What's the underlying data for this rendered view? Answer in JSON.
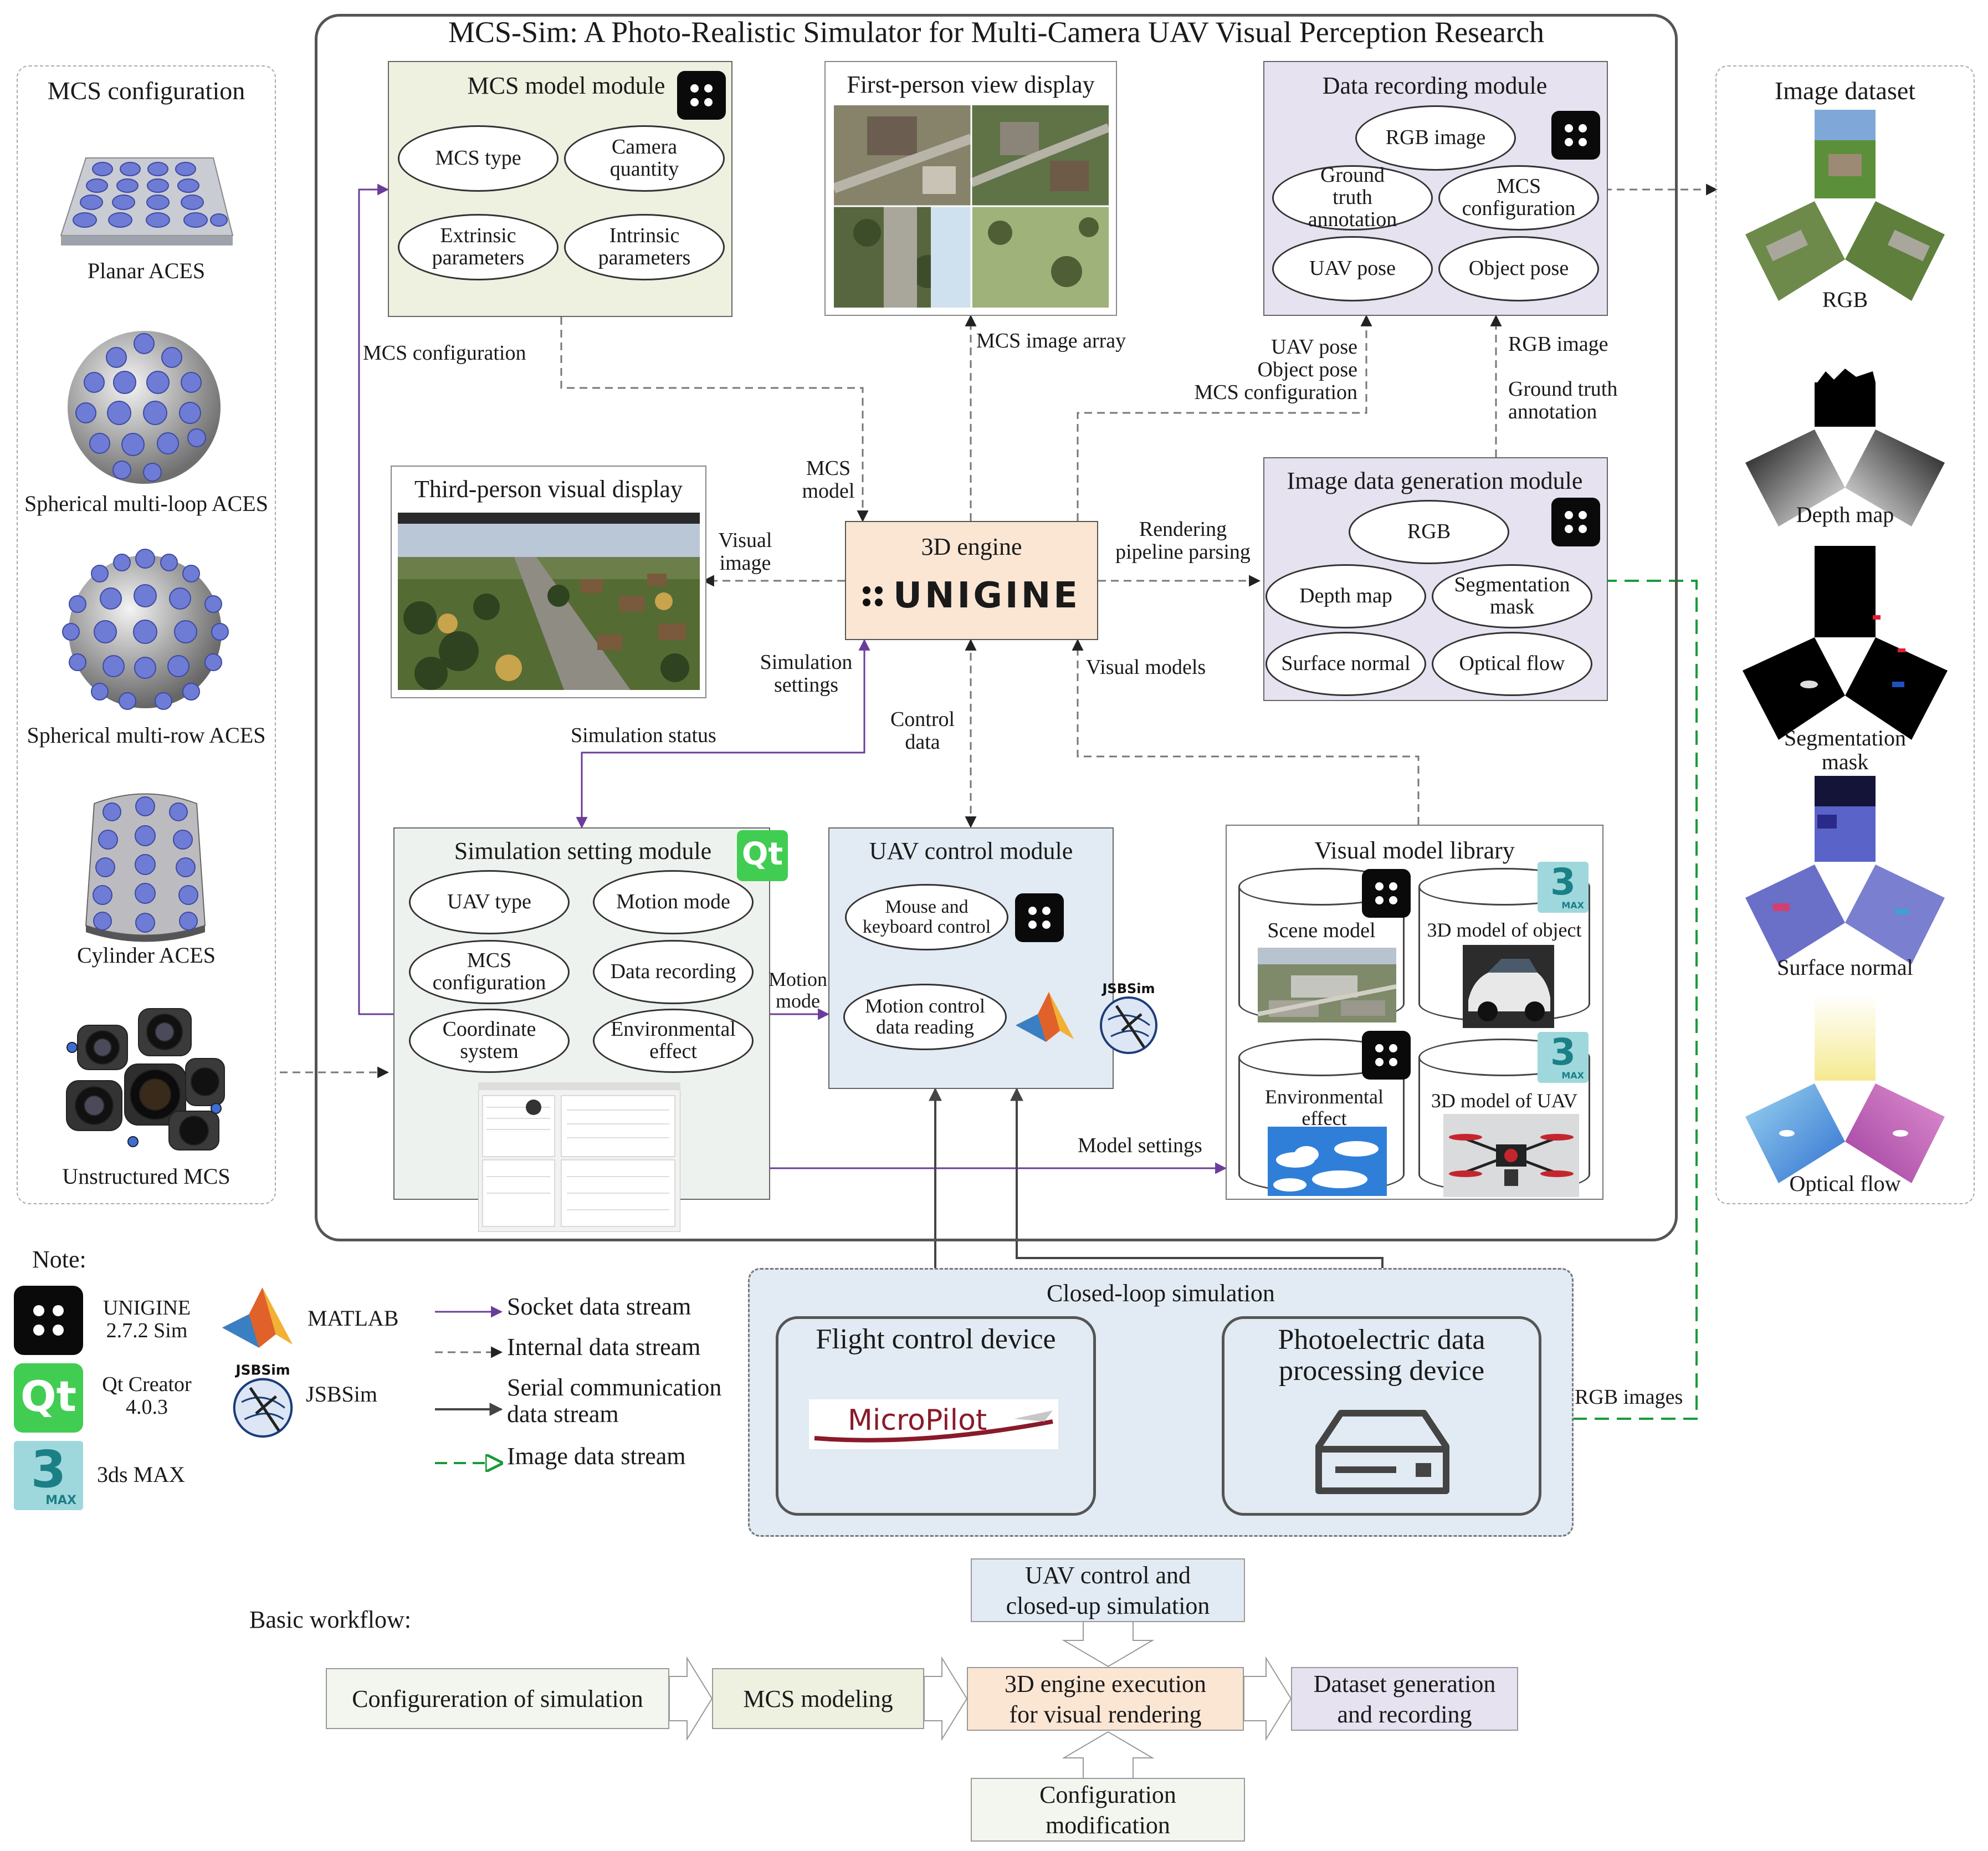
{
  "title": "MCS-Sim: A Photo-Realistic Simulator for Multi-Camera UAV Visual Perception Research",
  "mcs_panel": {
    "title": "MCS configuration",
    "items": [
      "Planar ACES",
      "Spherical multi-loop ACES",
      "Spherical multi-row ACES",
      "Cylinder ACES",
      "Unstructured MCS"
    ]
  },
  "dataset_panel": {
    "title": "Image dataset",
    "items": [
      "RGB",
      "Depth map",
      "Segmentation mask",
      "Surface normal",
      "Optical flow"
    ]
  },
  "mcs_model": {
    "title": "MCS model module",
    "items": [
      "MCS type",
      "Camera quantity",
      "Extrinsic parameters",
      "Intrinsic parameters"
    ]
  },
  "fpv": {
    "title": "First-person view display"
  },
  "data_rec": {
    "title": "Data recording module",
    "items": [
      "RGB image",
      "Ground truth annotation",
      "MCS configuration",
      "UAV pose",
      "Object pose"
    ]
  },
  "tpv": {
    "title": "Third-person visual display"
  },
  "engine": {
    "title": "3D engine",
    "logo": "UNIGINE"
  },
  "img_gen": {
    "title": "Image data generation module",
    "items": [
      "RGB",
      "Depth map",
      "Segmentation mask",
      "Surface normal",
      "Optical flow"
    ]
  },
  "sim_set": {
    "title": "Simulation setting module",
    "badge": "Qt",
    "items": [
      "UAV type",
      "Motion mode",
      "MCS configuration",
      "Data recording",
      "Coordinate system",
      "Environmental effect"
    ]
  },
  "uav_ctrl": {
    "title": "UAV control module",
    "items": [
      "Mouse and keyboard control",
      "Motion control data reading"
    ],
    "jsb": "JSBSim"
  },
  "vml": {
    "title": "Visual model library",
    "items": [
      "Scene model",
      "3D model of object",
      "Environmental effect",
      "3D model of UAV"
    ]
  },
  "labels": {
    "mcs_config": "MCS configuration",
    "mcs_image_array": "MCS image array",
    "pose_block": "UAV pose\nObject pose\nMCS configuration",
    "rgb_image": "RGB image",
    "gt": "Ground truth\nannotation",
    "mcs_model": "MCS\nmodel",
    "visual_image": "Visual\nimage",
    "rendering": "Rendering\npipeline parsing",
    "sim_settings": "Simulation\nsettings",
    "visual_models": "Visual models",
    "control_data": "Control\ndata",
    "sim_status": "Simulation status",
    "motion_mode": "Motion\nmode",
    "model_settings": "Model settings",
    "rgb_images": "RGB images"
  },
  "closed_loop": {
    "title": "Closed-loop simulation",
    "fcd": "Flight control device",
    "fcd_logo": "MicroPilot",
    "ped": "Photoelectric data\nprocessing device"
  },
  "note": {
    "title": "Note:",
    "unigine": "UNIGINE\n2.7.2 Sim",
    "qt": "Qt Creator\n4.0.3",
    "max": "3ds MAX",
    "matlab": "MATLAB",
    "jsbsim": "JSBSim",
    "socket": "Socket data stream",
    "internal": "Internal data stream",
    "serial": "Serial communication\ndata stream",
    "image": "Image data stream",
    "qt_badge": "Qt",
    "max_badge": "3",
    "max_sub": "MAX",
    "jsb_badge": "JSBSim"
  },
  "workflow": {
    "title": "Basic workflow:",
    "steps": [
      "Configureration of simulation",
      "MCS modeling",
      "3D engine execution\nfor visual rendering",
      "Dataset generation\nand recording"
    ],
    "top": "UAV control and\nclosed-up simulation",
    "bottom": "Configuration\nmodification"
  },
  "colors": {
    "mcs_model": "#eef0e0",
    "data_rec": "#e6e2ef",
    "engine": "#fbe6d4",
    "sim_set": "#eef2ee",
    "uav_ctrl": "#e2ebf3",
    "closed_loop": "#e2ebf3",
    "wf1": "#f3f5ef",
    "wf2": "#eef0e0",
    "wf3": "#fbe6d4",
    "wf4": "#e6e2ef",
    "socket": "#6a3d9a",
    "image_stream": "#1a9a3a"
  }
}
